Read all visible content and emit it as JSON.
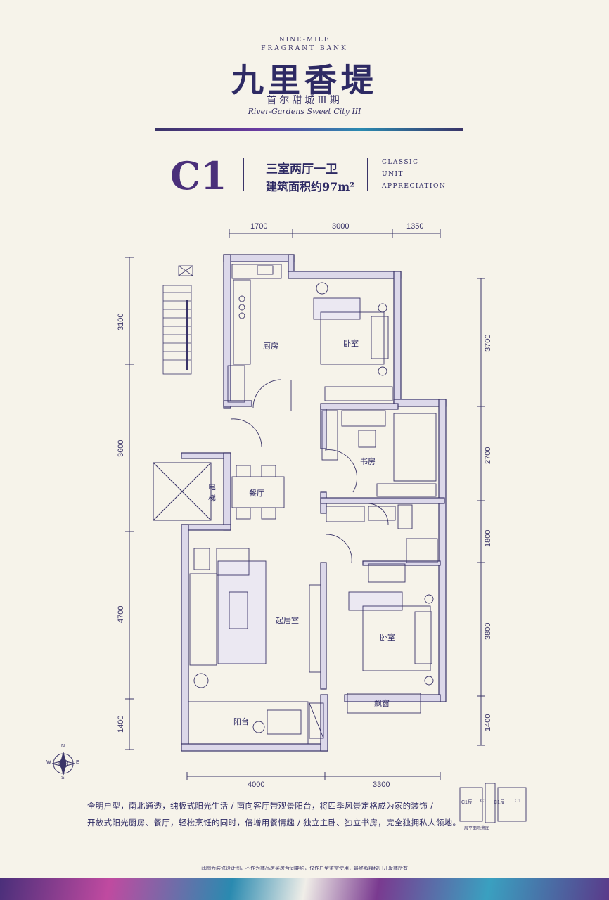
{
  "brand": {
    "en_line1": "NINE-MILE",
    "en_line2": "FRAGRANT BANK",
    "cn_name": "九里香堤",
    "sub_cn": "首尔甜城Ⅲ期",
    "sub_en": "River-Gardens Sweet City III"
  },
  "unit": {
    "code": "C1",
    "type": "三室两厅一卫",
    "area_label": "建筑面积约97m²",
    "eng": [
      "CLASSIC",
      "UNIT",
      "APPRECIATION"
    ]
  },
  "dimensions": {
    "top": [
      "1700",
      "3000",
      "1350"
    ],
    "left": [
      "3100",
      "3600",
      "4700",
      "1400"
    ],
    "right": [
      "3700",
      "2700",
      "1800",
      "3800",
      "1400"
    ],
    "bottom": [
      "4000",
      "3300"
    ]
  },
  "rooms": {
    "kitchen": "厨房",
    "bedroom_north": "卧室",
    "study": "书房",
    "elevator_1": "电",
    "elevator_2": "梯",
    "dining": "餐厅",
    "living": "起居室",
    "bedroom_south": "卧室",
    "bay_window": "飘窗",
    "balcony": "阳台"
  },
  "compass": {
    "n": "N",
    "e": "E",
    "s": "S",
    "w": "W"
  },
  "description": {
    "line1": "全明户型，南北通透，纯板式阳光生活 / 南向客厅带观景阳台，将四季风景定格成为家的装饰 /",
    "line2": "开放式阳光厨房、餐厅，轻松烹饪的同时，倍增用餐情趣 / 独立主卧、独立书房，完全独拥私人领地。"
  },
  "keyplan": {
    "labels": [
      "C1反",
      "C1",
      "C1反",
      "C1"
    ],
    "caption": "层平面示意图"
  },
  "disclaimer": "此图为装修设计图，不作为商品房买房合同要约，仅作户型鉴赏使用，最终解释权归开发商所有",
  "colors": {
    "ink": "#3a3468",
    "paper": "#f6f3ea",
    "accent": "#4a2f7a"
  }
}
